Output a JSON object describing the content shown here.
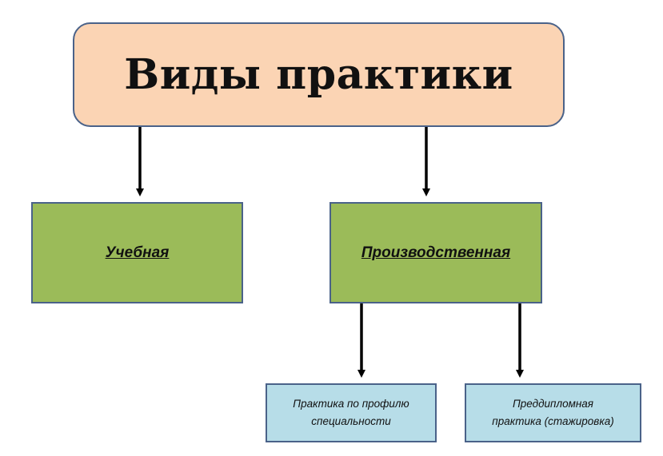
{
  "title": "Виды практики",
  "level1": [
    {
      "label": "Учебная"
    },
    {
      "label": "Производственная"
    }
  ],
  "level2": [
    {
      "line1": "Практика по профилю",
      "line2": "специальности"
    },
    {
      "line1": "Преддипломная",
      "line2": "практика (стажировка)"
    }
  ],
  "colors": {
    "title_fill": "#fbd4b4",
    "level1_fill": "#9bbb59",
    "level2_fill": "#b7dde8",
    "border": "#4a6289",
    "arrow": "#000000"
  }
}
